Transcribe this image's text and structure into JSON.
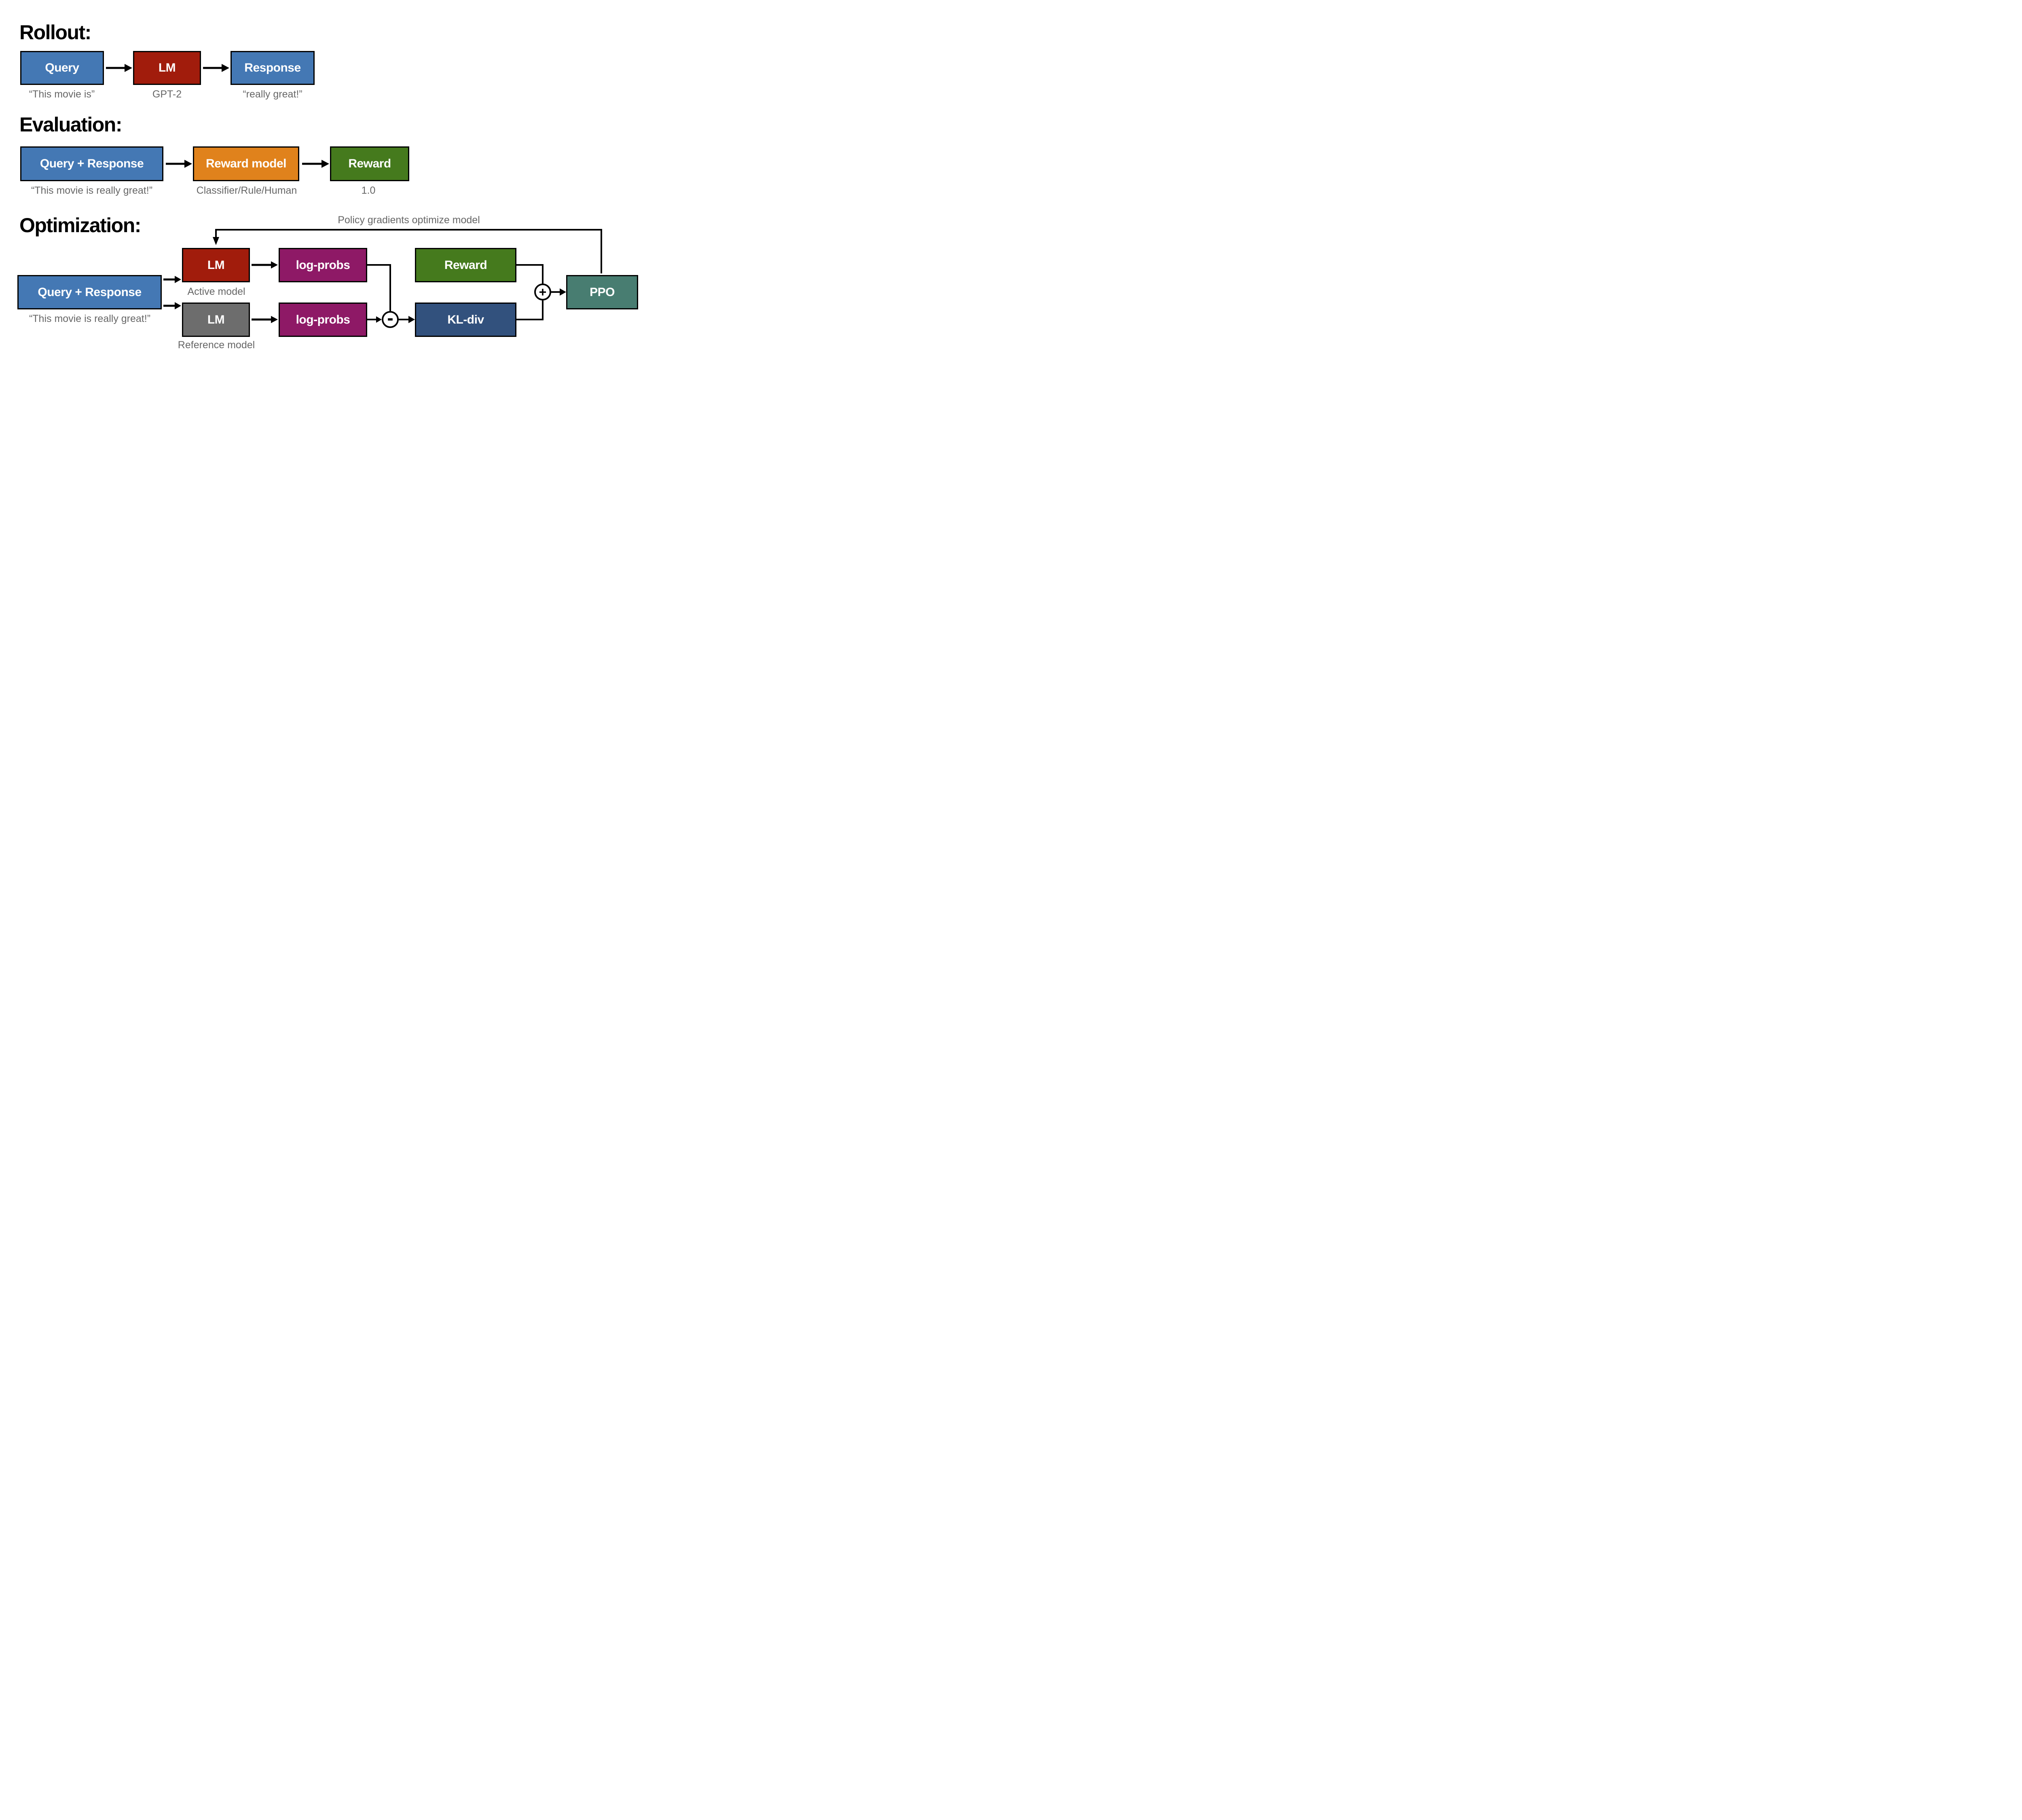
{
  "colors": {
    "query_response_blue": "#4478b4",
    "lm_red": "#a11c0c",
    "reward_model_orange": "#e0821c",
    "reward_green": "#457a1d",
    "logprobs_purple": "#8e1966",
    "reference_gray": "#6d6d6d",
    "kl_navy": "#32517d",
    "ppo_teal": "#487d71",
    "caption_gray": "#666666",
    "line_black": "#000000",
    "background": "#ffffff"
  },
  "rollout": {
    "title": "Rollout:",
    "nodes": [
      {
        "label": "Query",
        "caption": "“This movie is”"
      },
      {
        "label": "LM",
        "caption": "GPT-2"
      },
      {
        "label": "Response",
        "caption": "“really great!”"
      }
    ]
  },
  "evaluation": {
    "title": "Evaluation:",
    "nodes": [
      {
        "label": "Query + Response",
        "caption": "“This movie is really great!”"
      },
      {
        "label": "Reward model",
        "caption": "Classifier/Rule/Human"
      },
      {
        "label": "Reward",
        "caption": "1.0"
      }
    ]
  },
  "optimization": {
    "title": "Optimization:",
    "feedback_label": "Policy gradients optimize model",
    "query_response": {
      "label": "Query + Response",
      "caption": "“This movie is really great!”"
    },
    "lm_active": {
      "label": "LM",
      "caption": "Active model"
    },
    "lm_reference": {
      "label": "LM",
      "caption": "Reference model"
    },
    "logprobs_active": {
      "label": "log-probs"
    },
    "logprobs_reference": {
      "label": "log-probs"
    },
    "reward": {
      "label": "Reward"
    },
    "kl_div": {
      "label": "KL-div"
    },
    "ppo": {
      "label": "PPO"
    },
    "operators": {
      "minus": "-",
      "plus": "+"
    }
  }
}
